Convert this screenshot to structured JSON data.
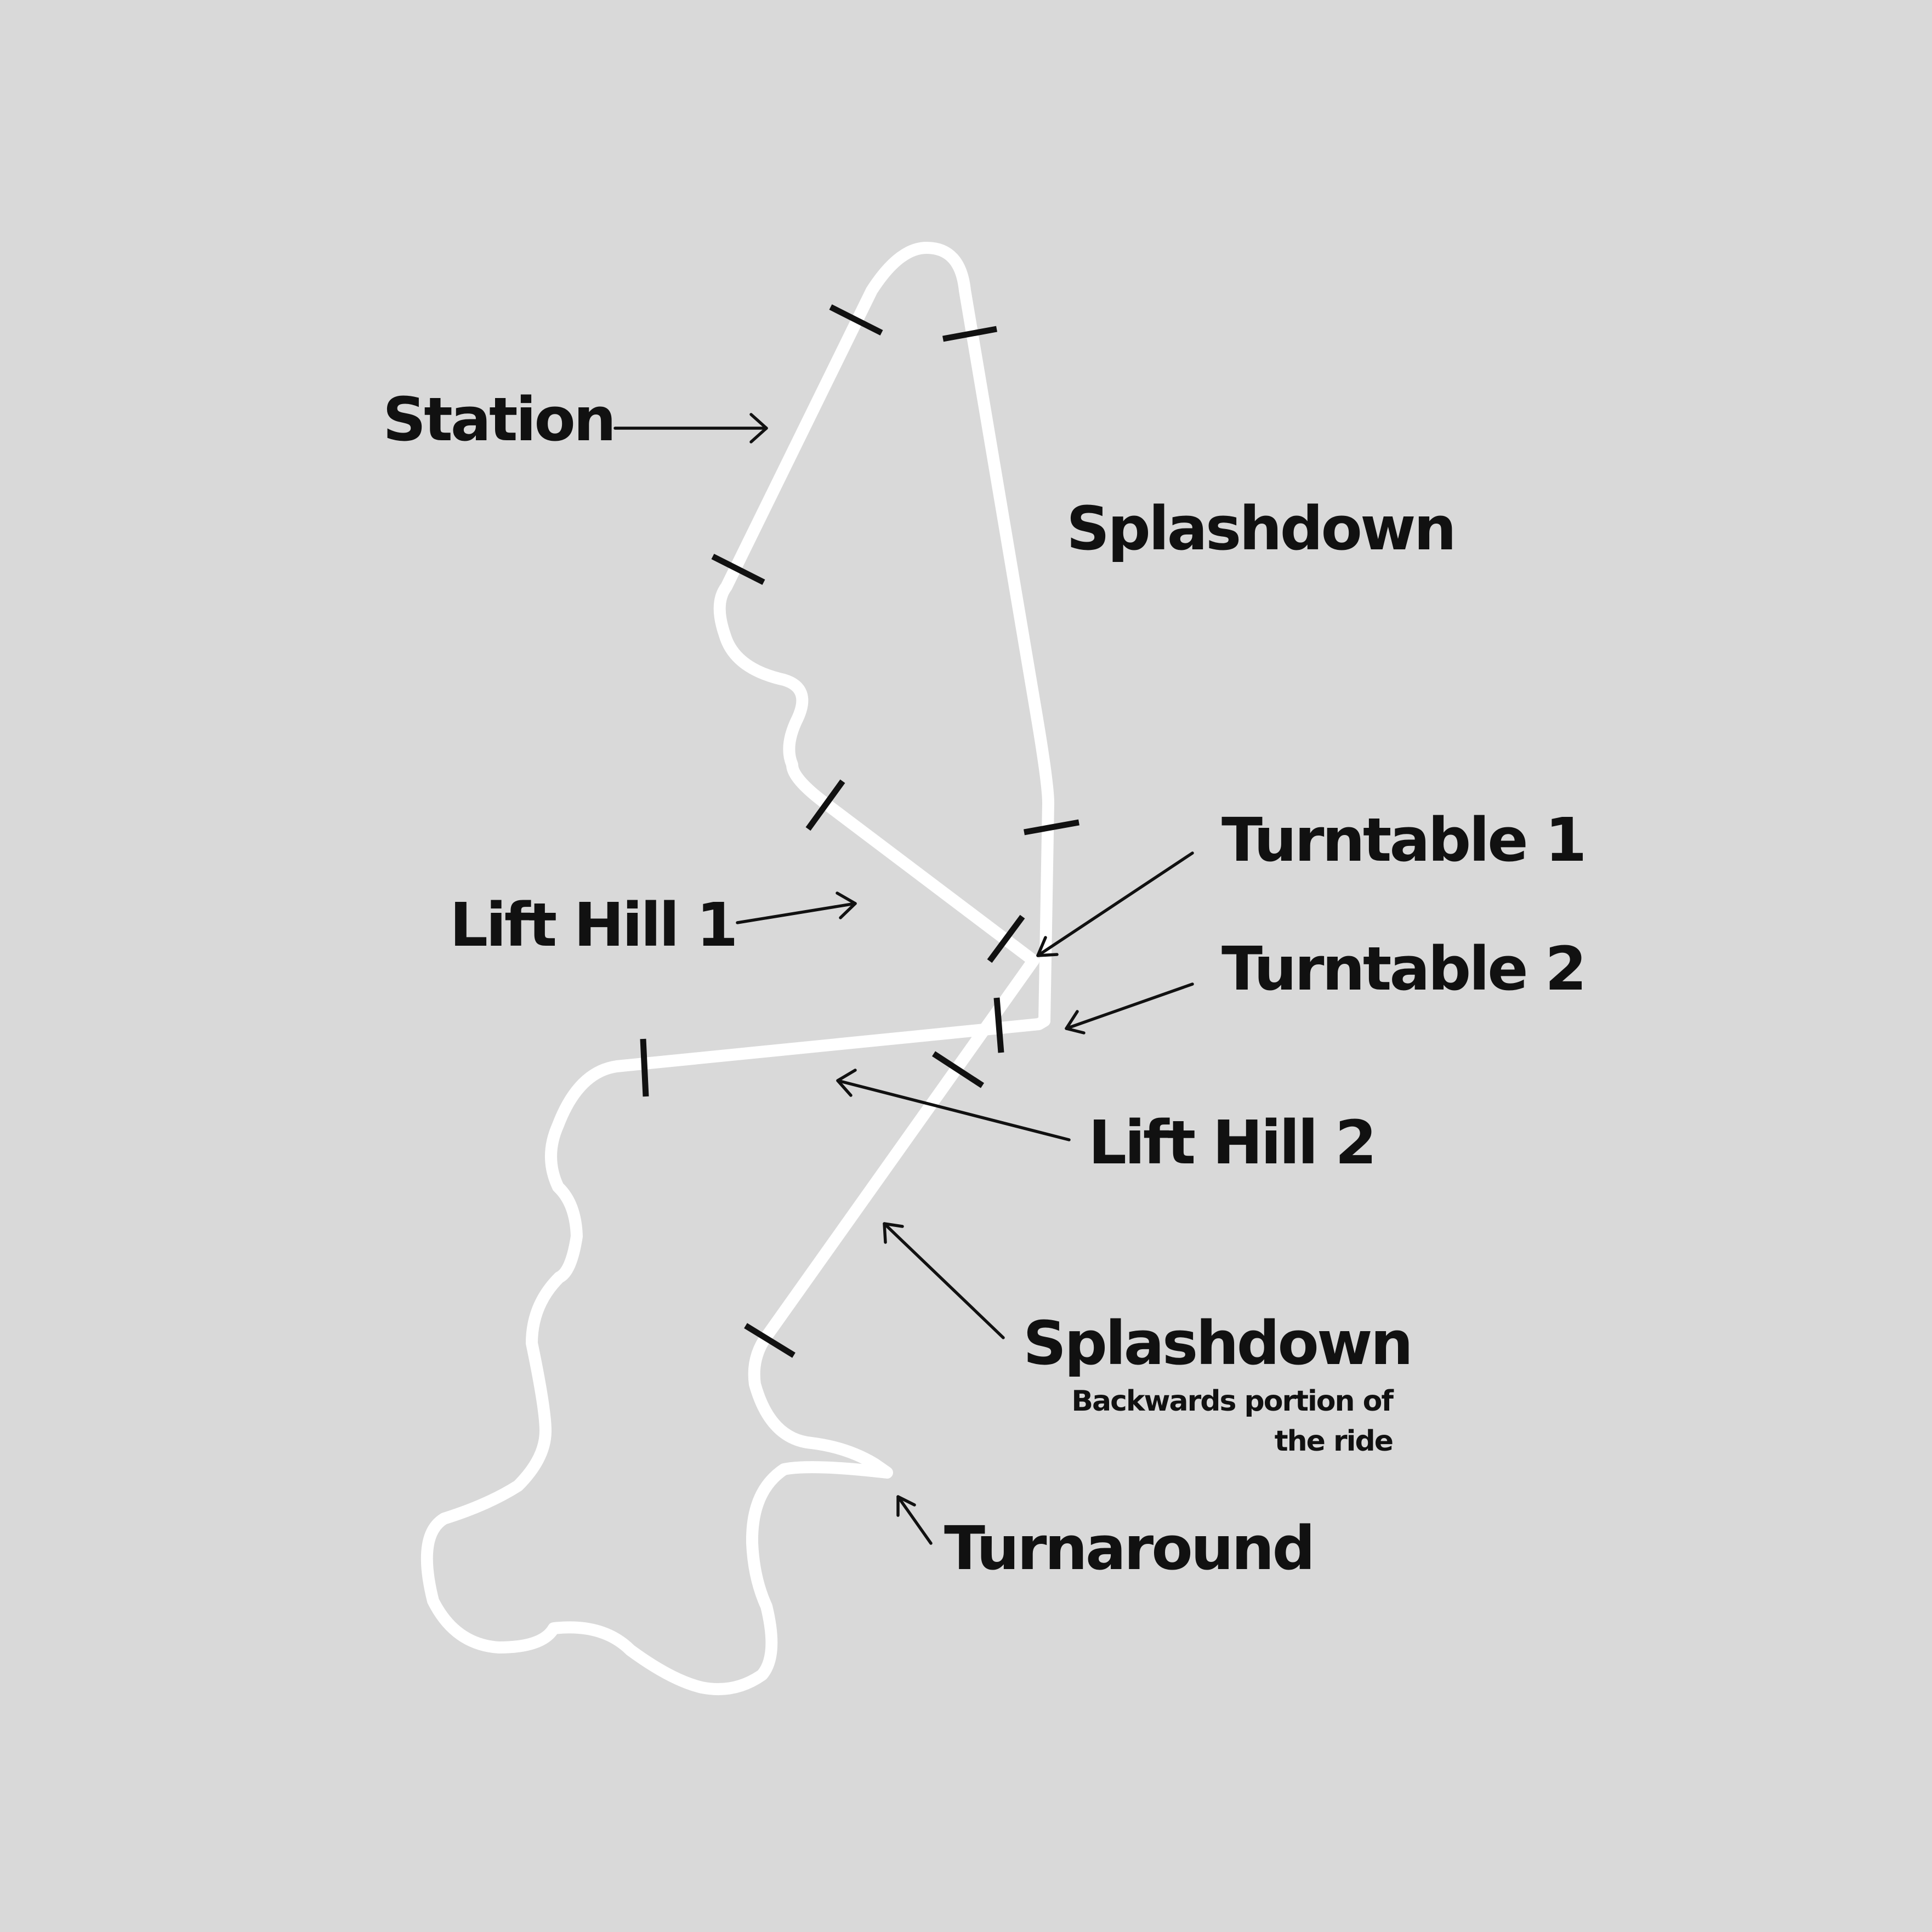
{
  "diagram": {
    "background_color": "#d9d9d9",
    "track_color": "#ffffff",
    "ink_color": "#111111",
    "labels": {
      "station": "Station",
      "splashdown_1": "Splashdown",
      "turntable_1": "Turntable 1",
      "turntable_2": "Turntable 2",
      "lift_hill_1": "Lift Hill 1",
      "lift_hill_2": "Lift Hill 2",
      "splashdown_2": "Splashdown",
      "splashdown_2_note_line1": "Backwards portion of",
      "splashdown_2_note_line2": "the ride",
      "turnaround": "Turnaround"
    }
  }
}
